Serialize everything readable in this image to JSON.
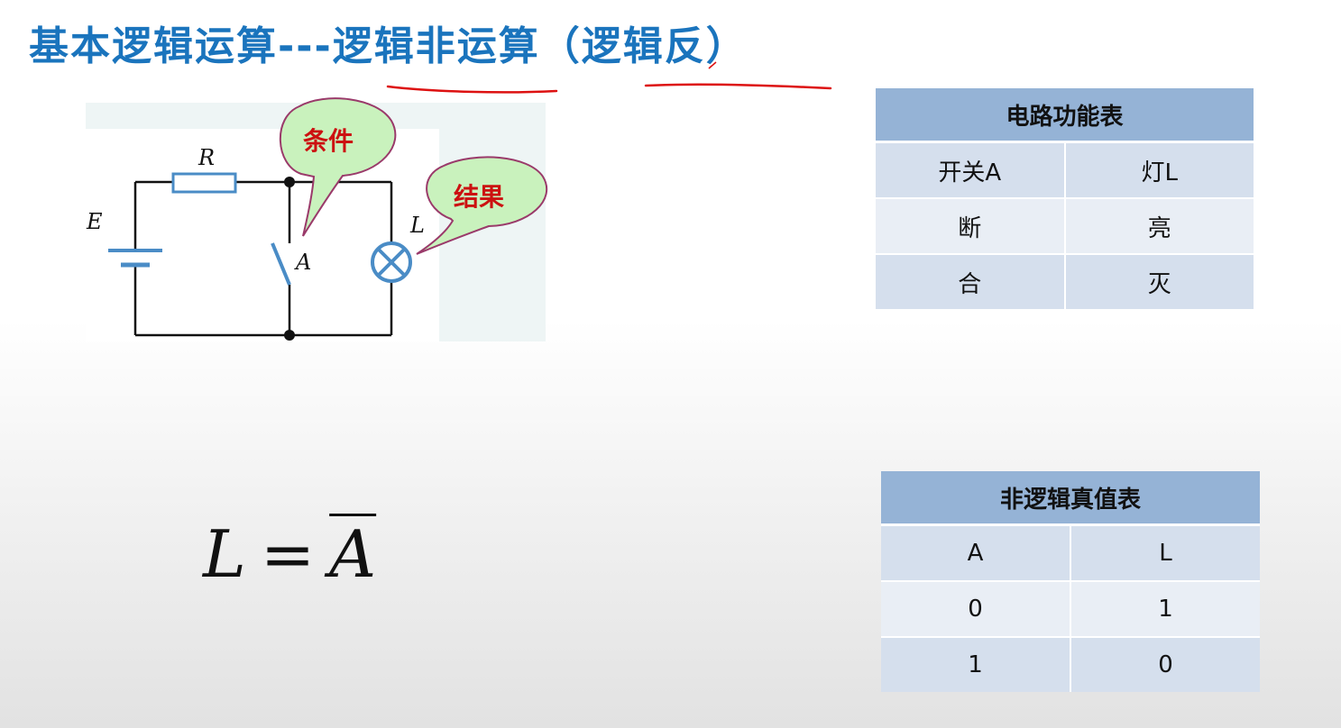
{
  "title": "基本逻辑运算---逻辑非运算（逻辑反）",
  "circuit": {
    "labels": {
      "resistor": "R",
      "battery": "E",
      "switch": "A",
      "lamp": "L"
    },
    "bubbles": {
      "condition": "条件",
      "result": "结果"
    }
  },
  "function_table": {
    "caption": "电路功能表",
    "headers": [
      "开关A",
      "灯L"
    ],
    "rows": [
      [
        "断",
        "亮"
      ],
      [
        "合",
        "灭"
      ]
    ]
  },
  "truth_table": {
    "caption": "非逻辑真值表",
    "headers": [
      "A",
      "L"
    ],
    "rows": [
      [
        "0",
        "1"
      ],
      [
        "1",
        "0"
      ]
    ]
  },
  "formula": {
    "lhs": "L",
    "eq": "=",
    "rhs": "A"
  },
  "colors": {
    "title": "#1a74bd",
    "annotation": "#dd1111",
    "table_header": "#95b3d6",
    "bubble_fill": "#c9f2bd"
  }
}
